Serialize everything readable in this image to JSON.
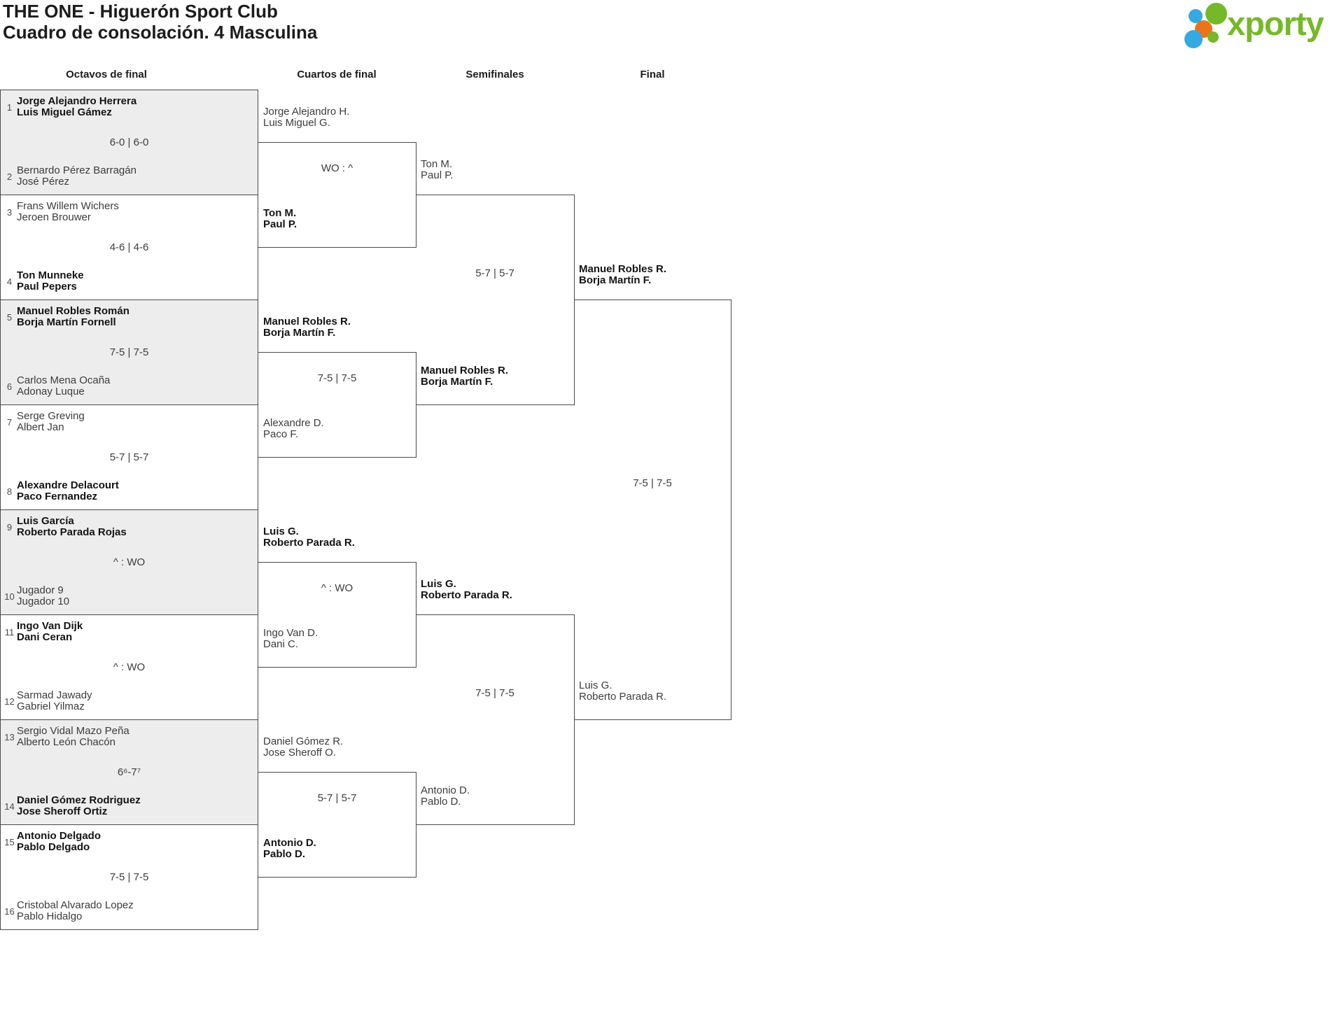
{
  "title": {
    "line1": "THE ONE - Higuerón Sport Club",
    "line2": "Cuadro de consolación. 4 Masculina"
  },
  "logo": {
    "text": "xporty",
    "colors": {
      "green": "#76B82A",
      "blue": "#36A9E1",
      "orange": "#EC7418"
    }
  },
  "colors": {
    "line": "#4A4A4A",
    "row_alt_bg": "#EDEDED",
    "text": "#3C3C3C",
    "text_winner": "#141414"
  },
  "round_headers": [
    "Octavos de final",
    "Cuartos de final",
    "Semifinales",
    "Final"
  ],
  "bracket": {
    "octavos": [
      {
        "seed1": "1",
        "team1": [
          "Jorge Alejandro Herrera",
          "Luis Miguel Gámez"
        ],
        "team1_winner": true,
        "score": "6-0 | 6-0",
        "seed2": "2",
        "team2": [
          "Bernardo Pérez Barragán",
          "José Pérez"
        ],
        "team2_winner": false
      },
      {
        "seed1": "3",
        "team1": [
          "Frans Willem Wichers",
          "Jeroen Brouwer"
        ],
        "team1_winner": false,
        "score": "4-6 | 4-6",
        "seed2": "4",
        "team2": [
          "Ton Munneke",
          "Paul Pepers"
        ],
        "team2_winner": true
      },
      {
        "seed1": "5",
        "team1": [
          "Manuel Robles Román",
          "Borja Martín Fornell"
        ],
        "team1_winner": true,
        "score": "7-5 | 7-5",
        "seed2": "6",
        "team2": [
          "Carlos Mena Ocaña",
          "Adonay Luque"
        ],
        "team2_winner": false
      },
      {
        "seed1": "7",
        "team1": [
          "Serge Greving",
          "Albert Jan"
        ],
        "team1_winner": false,
        "score": "5-7 | 5-7",
        "seed2": "8",
        "team2": [
          "Alexandre Delacourt",
          "Paco Fernandez"
        ],
        "team2_winner": true
      },
      {
        "seed1": "9",
        "team1": [
          "Luis García",
          "Roberto Parada Rojas"
        ],
        "team1_winner": true,
        "score": "^ : WO",
        "seed2": "10",
        "team2": [
          "Jugador 9",
          "Jugador 10"
        ],
        "team2_winner": false
      },
      {
        "seed1": "11",
        "team1": [
          "Ingo Van Dijk",
          "Dani Ceran"
        ],
        "team1_winner": true,
        "score": "^ : WO",
        "seed2": "12",
        "team2": [
          "Sarmad Jawady",
          "Gabriel Yilmaz"
        ],
        "team2_winner": false
      },
      {
        "seed1": "13",
        "team1": [
          "Sergio Vidal Mazo Peña",
          "Alberto León Chacón"
        ],
        "team1_winner": false,
        "score": "6⁶-7⁷",
        "seed2": "14",
        "team2": [
          "Daniel Gómez Rodriguez",
          "Jose Sheroff Ortiz"
        ],
        "team2_winner": true
      },
      {
        "seed1": "15",
        "team1": [
          "Antonio Delgado",
          "Pablo Delgado"
        ],
        "team1_winner": true,
        "score": "7-5 | 7-5",
        "seed2": "16",
        "team2": [
          "Cristobal Alvarado Lopez",
          "Pablo Hidalgo"
        ],
        "team2_winner": false
      }
    ],
    "cuartos": [
      {
        "team1": [
          "Jorge Alejandro H.",
          "Luis Miguel G."
        ],
        "team1_winner": false,
        "score": "WO : ^",
        "team2": [
          "Ton M.",
          "Paul P."
        ],
        "team2_winner": true
      },
      {
        "team1": [
          "Manuel Robles R.",
          "Borja Martín F."
        ],
        "team1_winner": true,
        "score": "7-5 | 7-5",
        "team2": [
          "Alexandre D.",
          "Paco F."
        ],
        "team2_winner": false
      },
      {
        "team1": [
          "Luis G.",
          "Roberto Parada R."
        ],
        "team1_winner": true,
        "score": "^ : WO",
        "team2": [
          "Ingo Van D.",
          "Dani C."
        ],
        "team2_winner": false
      },
      {
        "team1": [
          "Daniel Gómez R.",
          "Jose Sheroff O."
        ],
        "team1_winner": false,
        "score": "5-7 | 5-7",
        "team2": [
          "Antonio D.",
          "Pablo D."
        ],
        "team2_winner": true
      }
    ],
    "semifinales": [
      {
        "team1": [
          "Ton M.",
          "Paul P."
        ],
        "team1_winner": false,
        "score": "5-7 | 5-7",
        "team2": [
          "Manuel Robles R.",
          "Borja Martín F."
        ],
        "team2_winner": true
      },
      {
        "team1": [
          "Luis G.",
          "Roberto Parada R."
        ],
        "team1_winner": true,
        "score": "7-5 | 7-5",
        "team2": [
          "Antonio D.",
          "Pablo D."
        ],
        "team2_winner": false
      }
    ],
    "final": [
      {
        "team1": [
          "Manuel Robles R.",
          "Borja Martín F."
        ],
        "team1_winner": true,
        "score": "7-5 | 7-5",
        "team2": [
          "Luis G.",
          "Roberto Parada R."
        ],
        "team2_winner": false
      }
    ]
  }
}
